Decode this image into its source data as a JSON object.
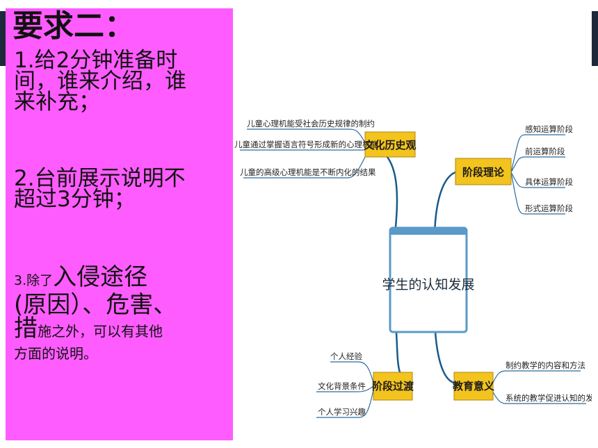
{
  "left_panel": {
    "title": "要求二：",
    "item1_lines": [
      "1.给2分钟准备时",
      "间，谁来介绍，谁",
      "来补充；"
    ],
    "item2_lines": [
      "2.台前展示说明不",
      "超过3分钟；"
    ],
    "item3": {
      "prefix_small": "3.除了",
      "big1": "入侵途径",
      "big2": "(原因）、危害、",
      "big3": "措",
      "tail1": "施之外，可以有其他",
      "tail2": "方面的说明。"
    }
  },
  "mindmap": {
    "center": "学生的认知发展",
    "branches": {
      "culture": {
        "label": "文化历史观",
        "leaves": [
          "儿童心理机能受社会历史规律的制约",
          "儿童通过掌握语言符号形成新的心理机能",
          "儿童的高级心理机能是不断内化的结果"
        ]
      },
      "stage_theory": {
        "label": "阶段理论",
        "leaves": [
          "感知运算阶段",
          "前运算阶段",
          "具体运算阶段",
          "形式运算阶段"
        ]
      },
      "stage_transition": {
        "label": "阶段过渡",
        "leaves": [
          "个人经验",
          "文化背景条件",
          "个人学习兴趣"
        ]
      },
      "edu_meaning": {
        "label": "教育意义",
        "leaves": [
          "制约教学的内容和方法",
          "系统的教学促进认知的发展"
        ]
      }
    }
  },
  "colors": {
    "panel": "#ff5cff",
    "band": "#1e2a3c",
    "category_box": "#f3c31e",
    "branch_line": "#1a5a8a"
  }
}
